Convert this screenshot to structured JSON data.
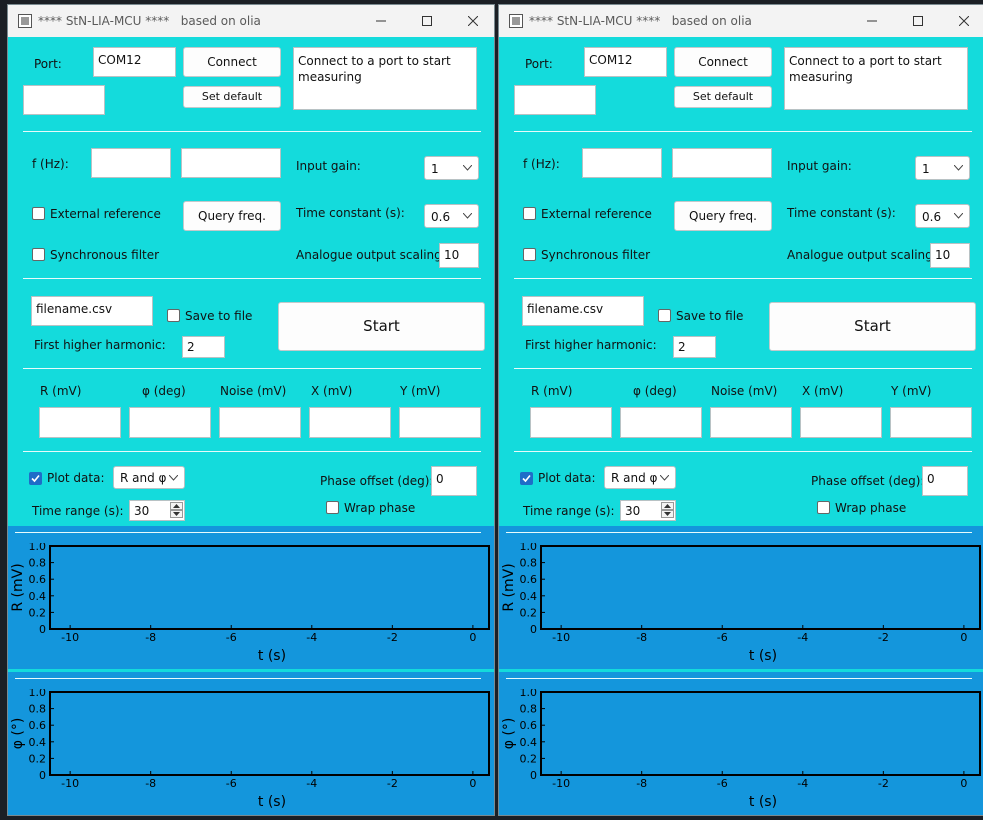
{
  "windows": [
    {
      "title": "**** StN-LIA-MCU ****   based on olia",
      "port_label": "Port:",
      "port_value": "COM12",
      "connect_label": "Connect",
      "set_default_label": "Set default",
      "status_text": "Connect to a port to start measuring",
      "f_label": "f (Hz):",
      "input_gain_label": "Input gain:",
      "input_gain_value": "1",
      "external_reference_label": "External reference",
      "external_reference_checked": false,
      "query_freq_label": "Query freq.",
      "time_constant_label": "Time constant (s):",
      "time_constant_value": "0.6",
      "synchronous_filter_label": "Synchronous filter",
      "synchronous_filter_checked": false,
      "analogue_output_scaling_label": "Analogue output scaling:",
      "analogue_output_scaling_value": "10",
      "filename_value": "filename.csv",
      "save_to_file_label": "Save to file",
      "save_to_file_checked": false,
      "start_label": "Start",
      "first_higher_harmonic_label": "First higher harmonic:",
      "first_higher_harmonic_value": "2",
      "readout_labels": {
        "r": "R (mV)",
        "phi": "φ (deg)",
        "noise": "Noise (mV)",
        "x": "X (mV)",
        "y": "Y (mV)"
      },
      "plot_data_label": "Plot data:",
      "plot_data_checked": true,
      "plot_data_value": "R and φ",
      "phase_offset_label": "Phase offset (deg):",
      "phase_offset_value": "0",
      "wrap_phase_label": "Wrap phase",
      "wrap_phase_checked": false,
      "time_range_label": "Time range (s):",
      "time_range_value": "30"
    },
    {
      "title": "**** StN-LIA-MCU ****   based on olia",
      "port_label": "Port:",
      "port_value": "COM12",
      "connect_label": "Connect",
      "set_default_label": "Set default",
      "status_text": "Connect to a port to start measuring",
      "f_label": "f (Hz):",
      "input_gain_label": "Input gain:",
      "input_gain_value": "1",
      "external_reference_label": "External reference",
      "external_reference_checked": false,
      "query_freq_label": "Query freq.",
      "time_constant_label": "Time constant (s):",
      "time_constant_value": "0.6",
      "synchronous_filter_label": "Synchronous filter",
      "synchronous_filter_checked": false,
      "analogue_output_scaling_label": "Analogue output scaling:",
      "analogue_output_scaling_value": "10",
      "filename_value": "filename.csv",
      "save_to_file_label": "Save to file",
      "save_to_file_checked": false,
      "start_label": "Start",
      "first_higher_harmonic_label": "First higher harmonic:",
      "first_higher_harmonic_value": "2",
      "readout_labels": {
        "r": "R (mV)",
        "phi": "φ (deg)",
        "noise": "Noise (mV)",
        "x": "X (mV)",
        "y": "Y (mV)"
      },
      "plot_data_label": "Plot data:",
      "plot_data_checked": true,
      "plot_data_value": "R and φ",
      "phase_offset_label": "Phase offset (deg):",
      "phase_offset_value": "0",
      "wrap_phase_label": "Wrap phase",
      "wrap_phase_checked": false,
      "time_range_label": "Time range (s):",
      "time_range_value": "30"
    }
  ],
  "chart_data": [
    {
      "type": "line",
      "ylabel": "R (mV)",
      "xlabel": "t (s)",
      "xlim": [
        -10.5,
        0.4
      ],
      "ylim": [
        0,
        1.0
      ],
      "x_ticks": [
        -10,
        -8,
        -6,
        -4,
        -2,
        0
      ],
      "y_ticks": [
        0,
        0.2,
        0.4,
        0.6,
        0.8,
        1.0
      ],
      "y_tick_labels": [
        "0",
        "0.2",
        "0.4",
        "0.6",
        "0.8",
        "1.0"
      ],
      "series": []
    },
    {
      "type": "line",
      "ylabel": "φ (°)",
      "xlabel": "t (s)",
      "xlim": [
        -10.5,
        0.4
      ],
      "ylim": [
        0,
        1.0
      ],
      "x_ticks": [
        -10,
        -8,
        -6,
        -4,
        -2,
        0
      ],
      "y_ticks": [
        0,
        0.2,
        0.4,
        0.6,
        0.8,
        1.0
      ],
      "y_tick_labels": [
        "0",
        "0.2",
        "0.4",
        "0.6",
        "0.8",
        "1.0"
      ],
      "series": []
    }
  ],
  "colors": {
    "panel_background": "#14dbdc",
    "plot_background": "#1496dc",
    "checkbox_checked": "#1e6dc8"
  }
}
